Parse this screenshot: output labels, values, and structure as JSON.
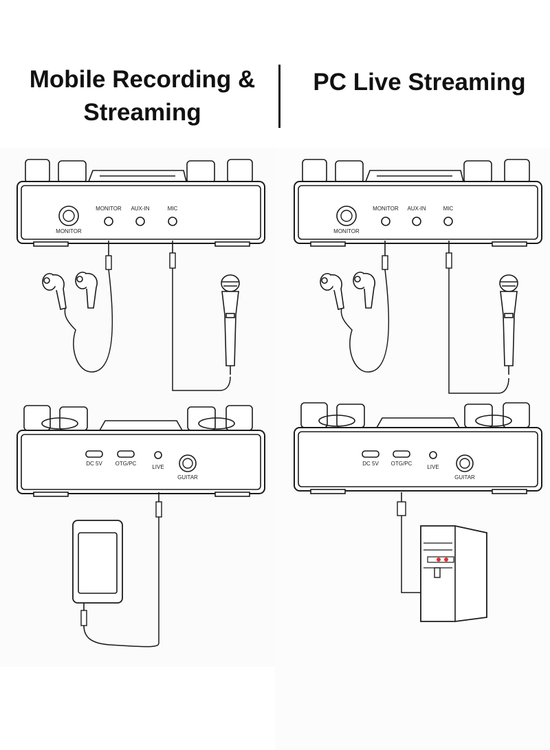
{
  "header": {
    "left_title_line1": "Mobile Recording &",
    "left_title_line2": "Streaming",
    "right_title": "PC Live Streaming"
  },
  "device_top": {
    "monitor_knob_label": "MONITOR",
    "port_monitor": "MONITOR",
    "port_aux_in": "AUX-IN",
    "port_mic": "MIC"
  },
  "device_bottom": {
    "port_dc": "DC 5V",
    "port_otg": "OTG/PC",
    "port_live": "LIVE",
    "port_guitar": "GUITAR"
  }
}
